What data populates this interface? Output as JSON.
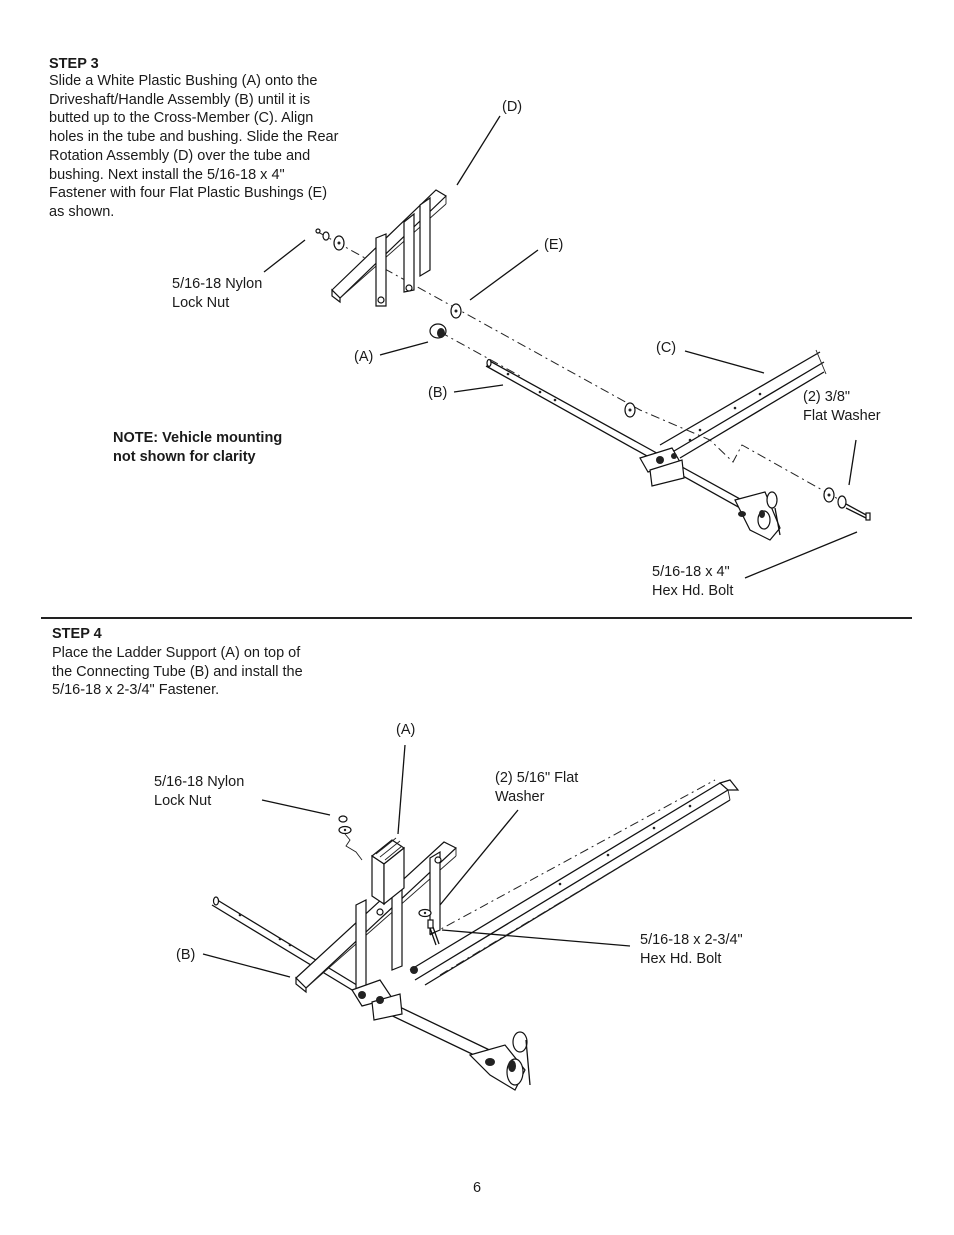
{
  "step3": {
    "heading": "STEP 3",
    "body": "Slide a White Plastic Bushing (A) onto the\nDriveshaft/Handle Assembly (B) until it is\nbutted up to the Cross-Member (C). Align\nholes in the tube and bushing. Slide the Rear\nRotation Assembly (D) over the tube and\nbushing. Next install the 5/16-18 x 4\"\nFastener with four Flat Plastic Bushings (E)\nas shown.",
    "note": "NOTE: Vehicle mounting\nnot shown for clarity",
    "labels": {
      "d": "(D)",
      "e": "(E)",
      "c": "(C)",
      "a": "(A)",
      "b": "(B)",
      "nut": "5/16-18 Nylon\nLock Nut",
      "washer": "(2) 3/8\"\nFlat Washer",
      "bolt": "5/16-18 x 4\"\nHex Hd. Bolt"
    }
  },
  "step4": {
    "heading": "STEP 4",
    "body": "Place the Ladder Support (A) on top of\nthe Connecting Tube (B) and install the\n5/16-18 x 2-3/4\" Fastener.",
    "labels": {
      "a": "(A)",
      "nut": "5/16-18 Nylon\nLock Nut",
      "washer": "(2) 5/16\" Flat\nWasher",
      "b": "(B)",
      "bolt": "5/16-18 x 2-3/4\"\nHex Hd. Bolt"
    }
  },
  "page_number": "6"
}
